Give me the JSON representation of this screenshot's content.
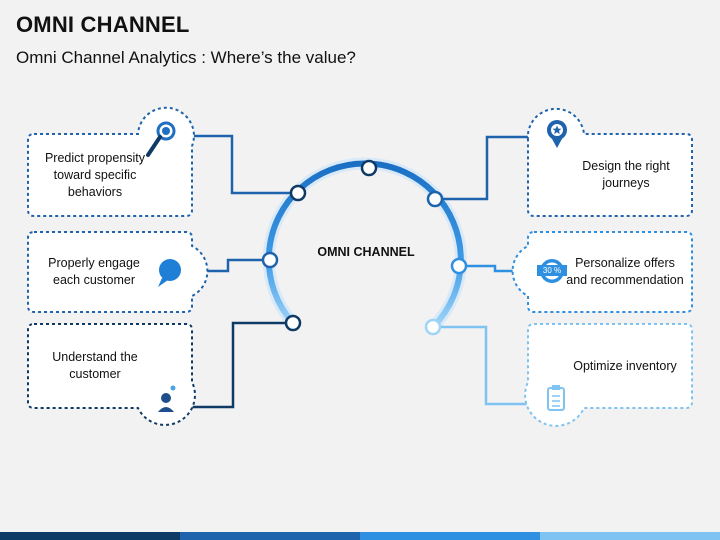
{
  "header": {
    "title": "OMNI CHANNEL",
    "subtitle": "Omni Channel Analytics : Where’s the value?"
  },
  "center_label": "OMNI CHANNEL",
  "left_items": [
    {
      "label": "Predict propensity toward specific behaviors",
      "icon": "search-icon"
    },
    {
      "label": "Properly engage each customer",
      "icon": "chat-bubble-icon"
    },
    {
      "label": "Understand the customer",
      "icon": "person-idea-icon"
    }
  ],
  "right_items": [
    {
      "label": "Design the right journeys",
      "icon": "star-badge-icon"
    },
    {
      "label": "Personalize offers and recommendation",
      "icon": "discount-badge-icon",
      "badge_text": "30 %"
    },
    {
      "label": "Optimize inventory",
      "icon": "clipboard-checklist-icon"
    }
  ],
  "colors": {
    "dark_navy": "#0f3a66",
    "blue": "#1f6fc2",
    "mid_blue": "#2f8fe0",
    "light_blue": "#7ec3f2",
    "background": "#f2f2f2"
  }
}
